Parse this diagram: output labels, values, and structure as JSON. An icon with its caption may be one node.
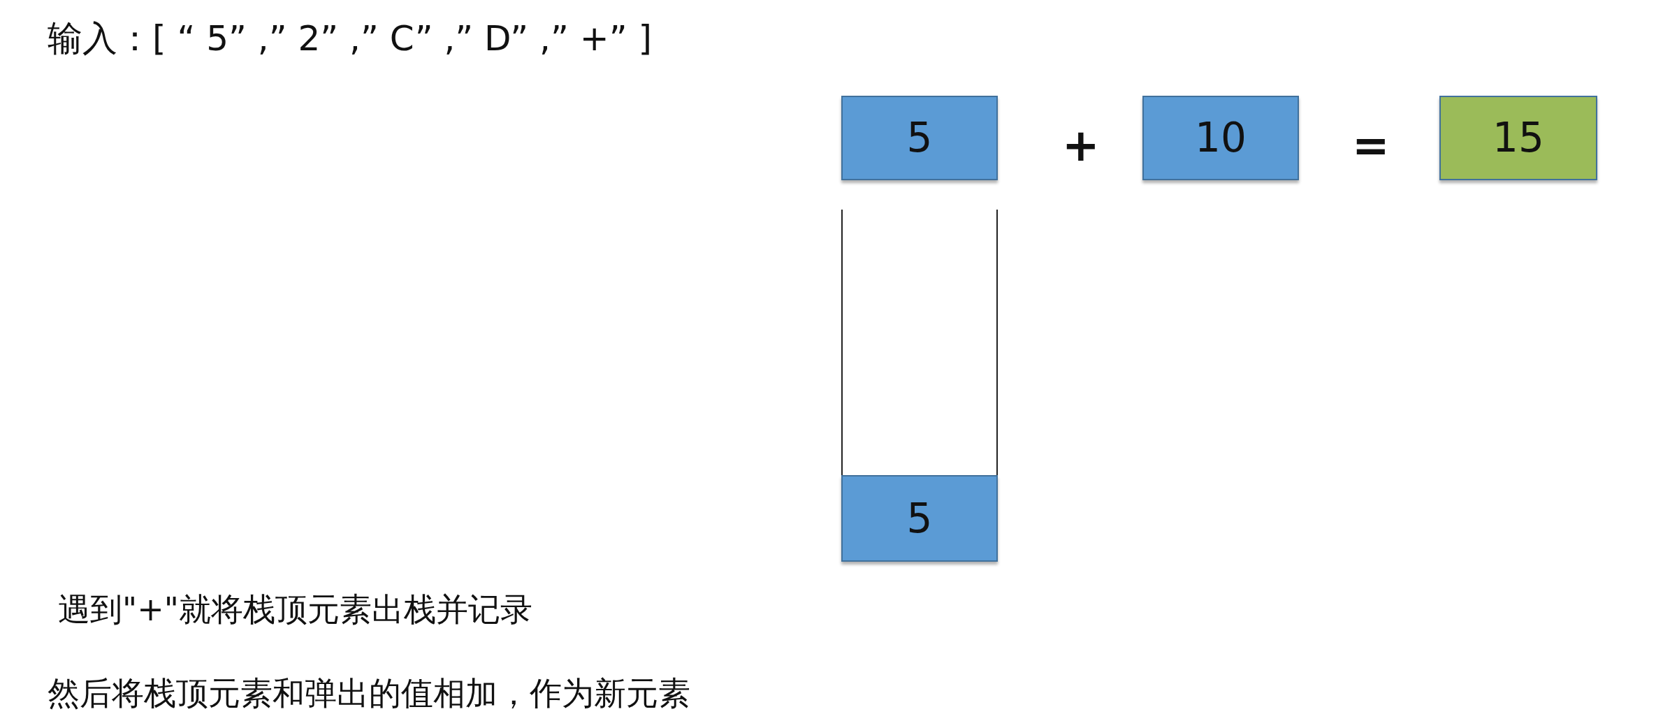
{
  "diagram": {
    "title": "输入：[ “ 5” ,” 2” ,” C” ,” D” ,” +” ]",
    "nodes": [
      {
        "text": [
          "5"
        ]
      },
      {
        "text": [
          "10"
        ]
      },
      {
        "text": [
          "15"
        ]
      },
      {
        "text": [],
        "shape": "box"
      },
      {
        "text": [
          "5"
        ],
        "in": 3
      }
    ],
    "labels": [
      "+",
      "=",
      "遇到\"+\"就将栈顶元素出栈并记录",
      "然后将栈顶元素和弹出的值相加，作为新元素"
    ]
  }
}
